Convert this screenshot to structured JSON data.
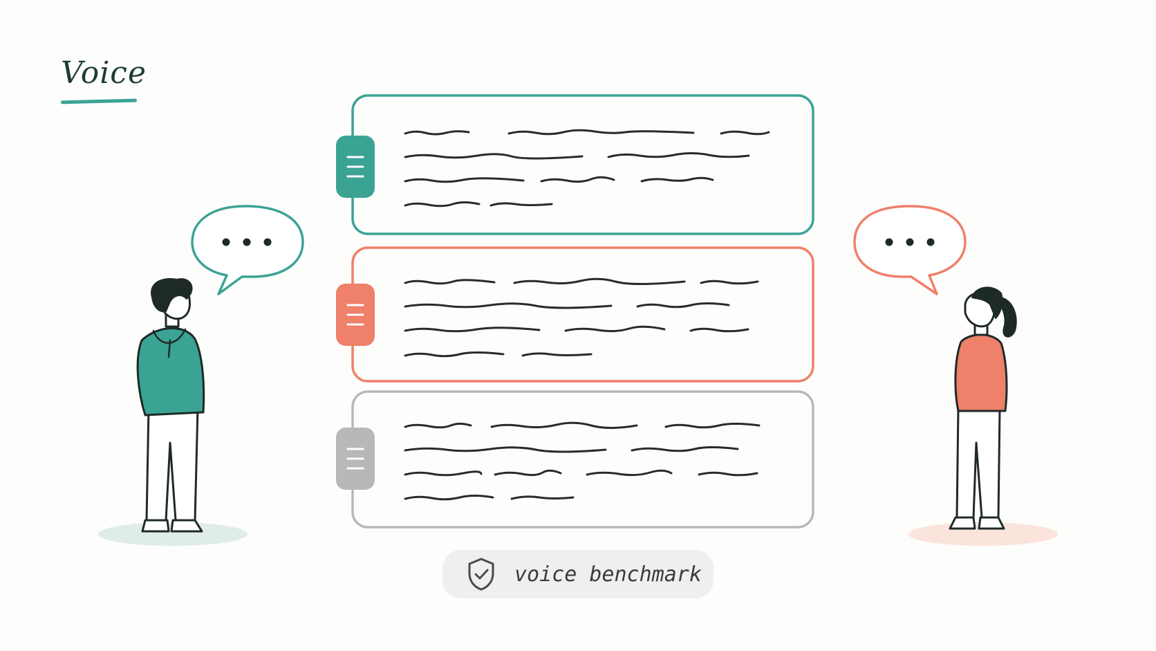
{
  "title": "Voice",
  "badge": {
    "label": "voice benchmark",
    "icon": "shield-check-icon"
  },
  "colors": {
    "teal": "#3ba394",
    "coral": "#ef8069",
    "gray": "#b8b8b8",
    "ink": "#1e2a28",
    "teal_shadow": "#dfece8",
    "coral_shadow": "#fbe4dc"
  },
  "panels": [
    {
      "name": "panel-teal",
      "color": "teal",
      "icon": "list-icon"
    },
    {
      "name": "panel-coral",
      "color": "coral",
      "icon": "list-icon"
    },
    {
      "name": "panel-gray",
      "color": "gray",
      "icon": "list-icon"
    }
  ],
  "bubbles": [
    {
      "name": "left-speech-bubble",
      "color": "teal",
      "content": "ellipsis-icon"
    },
    {
      "name": "right-speech-bubble",
      "color": "coral",
      "content": "ellipsis-icon"
    }
  ],
  "people": [
    {
      "name": "man-in-teal-hoodie",
      "shirt": "teal"
    },
    {
      "name": "woman-in-coral-sweater",
      "shirt": "coral"
    }
  ]
}
